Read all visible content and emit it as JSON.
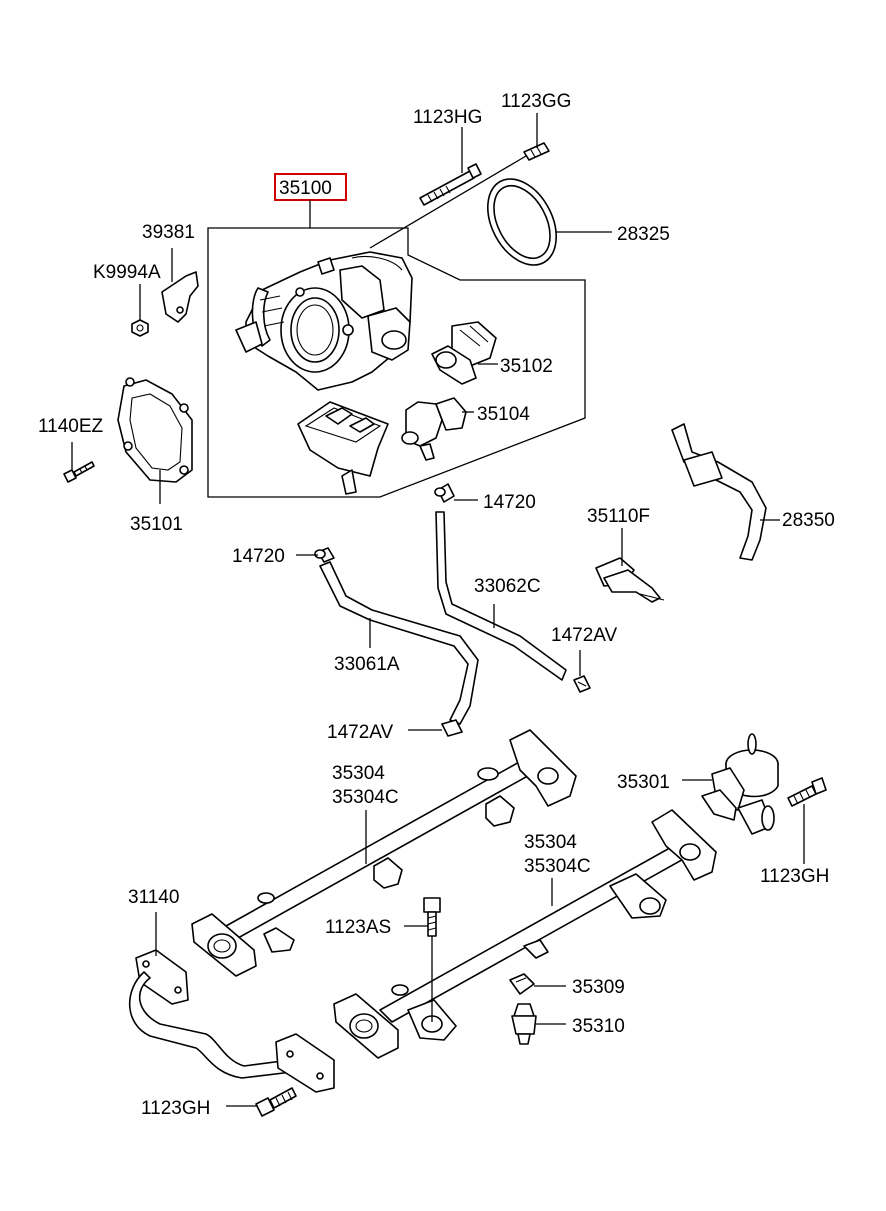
{
  "labels": {
    "p1123HG": "1123HG",
    "p1123GG": "1123GG",
    "p35100": "35100",
    "p39381": "39381",
    "pK9994A": "K9994A",
    "p28325": "28325",
    "p35102": "35102",
    "p35104": "35104",
    "p1140EZ": "1140EZ",
    "p35101": "35101",
    "p14720a": "14720",
    "p14720b": "14720",
    "p35110F": "35110F",
    "p28350": "28350",
    "p33062C": "33062C",
    "p33061A": "33061A",
    "p1472AVa": "1472AV",
    "p1472AVb": "1472AV",
    "p35304a": "35304",
    "p35304Ca": "35304C",
    "p35301": "35301",
    "p35304b": "35304",
    "p35304Cb": "35304C",
    "p1123GHa": "1123GH",
    "p31140": "31140",
    "p1123AS": "1123AS",
    "p35309": "35309",
    "p35310": "35310",
    "p1123GHb": "1123GH"
  },
  "highlight_color": "#d10000"
}
